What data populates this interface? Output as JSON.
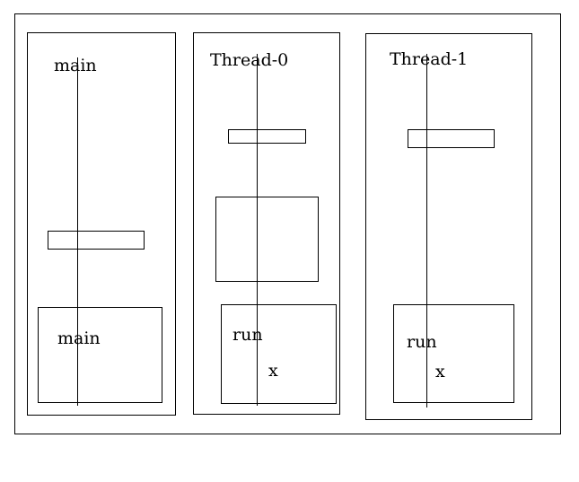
{
  "diagram": {
    "columns": [
      {
        "title": "main",
        "frame_label": "main",
        "frame_var": ""
      },
      {
        "title": "Thread-0",
        "frame_label": "run",
        "frame_var": "x"
      },
      {
        "title": "Thread-1",
        "frame_label": "run",
        "frame_var": "x"
      }
    ]
  }
}
